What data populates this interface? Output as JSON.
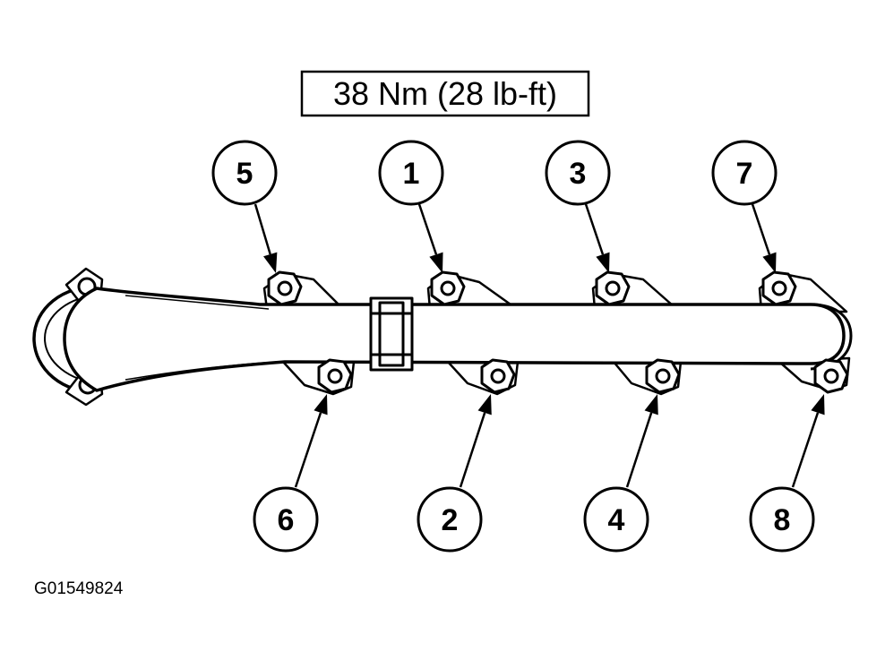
{
  "torque_label": "38 Nm (28 lb-ft)",
  "figure_id": "G01549824",
  "callouts": [
    "5",
    "1",
    "3",
    "7",
    "6",
    "2",
    "4",
    "8"
  ],
  "colors": {
    "ink": "#000000",
    "paper": "#ffffff"
  }
}
